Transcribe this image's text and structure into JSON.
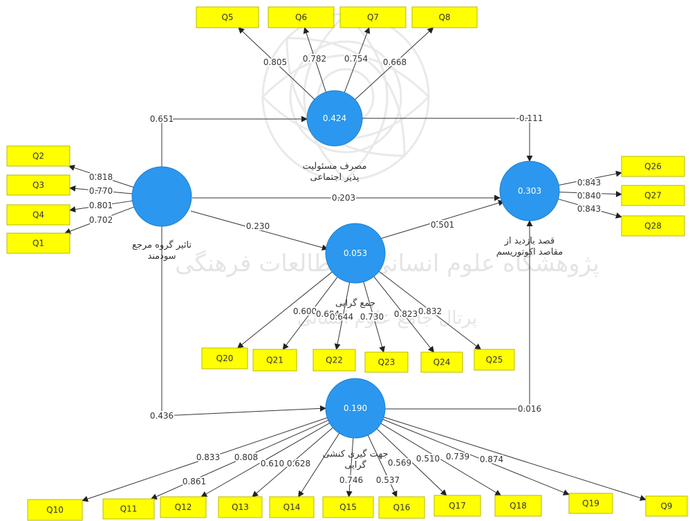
{
  "watermark": {
    "text_line_1": "پژوهشگاه علوم انسانی و مطالعات فرهنگی",
    "text_line_2": "پرتال جامع علوم انسانی"
  },
  "colors": {
    "indicator_fill": "#ffff00",
    "construct_fill": "#2b97ee",
    "edge": "#333333"
  },
  "constructs": [
    {
      "id": "social",
      "label_lines": [
        "مصرف مسئولیت",
        "پذیر اجتماعی"
      ],
      "value": "0.424"
    },
    {
      "id": "ref",
      "label_lines": [
        "تاثیر گروه مرجع",
        "سودمند"
      ],
      "value": ""
    },
    {
      "id": "collect",
      "label_lines": [
        "جمع گرایی"
      ],
      "value": "0.053"
    },
    {
      "id": "intent",
      "label_lines": [
        "قصد بازدید از",
        "مقاصد اکوتوریسم"
      ],
      "value": "0.303"
    },
    {
      "id": "action",
      "label_lines": [
        "جهت گیری کنشی",
        "گرایی"
      ],
      "value": "0.190"
    }
  ],
  "indicators": [
    "Q1",
    "Q2",
    "Q3",
    "Q4",
    "Q5",
    "Q6",
    "Q7",
    "Q8",
    "Q9",
    "Q10",
    "Q11",
    "Q12",
    "Q13",
    "Q14",
    "Q15",
    "Q16",
    "Q17",
    "Q18",
    "Q19",
    "Q20",
    "Q21",
    "Q22",
    "Q23",
    "Q24",
    "Q25",
    "Q26",
    "Q27",
    "Q28"
  ],
  "paths": [
    {
      "from": "ref",
      "to": "social",
      "weight": "0.651"
    },
    {
      "from": "ref",
      "to": "intent",
      "weight": "0.203"
    },
    {
      "from": "ref",
      "to": "collect",
      "weight": "0.230"
    },
    {
      "from": "ref",
      "to": "action",
      "weight": "0.436"
    },
    {
      "from": "social",
      "to": "intent",
      "weight": "-0.111"
    },
    {
      "from": "collect",
      "to": "intent",
      "weight": "0.501"
    },
    {
      "from": "action",
      "to": "intent",
      "weight": "0.016"
    }
  ],
  "loadings": [
    {
      "construct": "social",
      "indicator": "Q5",
      "weight": "0.805"
    },
    {
      "construct": "social",
      "indicator": "Q6",
      "weight": "0.782"
    },
    {
      "construct": "social",
      "indicator": "Q7",
      "weight": "0.754"
    },
    {
      "construct": "social",
      "indicator": "Q8",
      "weight": "0.668"
    },
    {
      "construct": "ref",
      "indicator": "Q2",
      "weight": "0.818"
    },
    {
      "construct": "ref",
      "indicator": "Q3",
      "weight": "0.770"
    },
    {
      "construct": "ref",
      "indicator": "Q4",
      "weight": "0.801"
    },
    {
      "construct": "ref",
      "indicator": "Q1",
      "weight": "0.702"
    },
    {
      "construct": "intent",
      "indicator": "Q26",
      "weight": "0.843"
    },
    {
      "construct": "intent",
      "indicator": "Q27",
      "weight": "0.840"
    },
    {
      "construct": "intent",
      "indicator": "Q28",
      "weight": "0.843"
    },
    {
      "construct": "collect",
      "indicator": "Q20",
      "weight": "0.600"
    },
    {
      "construct": "collect",
      "indicator": "Q21",
      "weight": "0.684"
    },
    {
      "construct": "collect",
      "indicator": "Q22",
      "weight": "0.644"
    },
    {
      "construct": "collect",
      "indicator": "Q23",
      "weight": "0.730"
    },
    {
      "construct": "collect",
      "indicator": "Q24",
      "weight": "0.823"
    },
    {
      "construct": "collect",
      "indicator": "Q25",
      "weight": "0.832"
    },
    {
      "construct": "action",
      "indicator": "Q10",
      "weight": "0.833"
    },
    {
      "construct": "action",
      "indicator": "Q11",
      "weight": "0.861"
    },
    {
      "construct": "action",
      "indicator": "Q12",
      "weight": "0.808"
    },
    {
      "construct": "action",
      "indicator": "Q13",
      "weight": "0.610"
    },
    {
      "construct": "action",
      "indicator": "Q14",
      "weight": "0.628"
    },
    {
      "construct": "action",
      "indicator": "Q15",
      "weight": "0.746"
    },
    {
      "construct": "action",
      "indicator": "Q16",
      "weight": "0.537"
    },
    {
      "construct": "action",
      "indicator": "Q17",
      "weight": "0.569"
    },
    {
      "construct": "action",
      "indicator": "Q18",
      "weight": "0.510"
    },
    {
      "construct": "action",
      "indicator": "Q19",
      "weight": "0.739"
    },
    {
      "construct": "action",
      "indicator": "Q9",
      "weight": "0.874"
    }
  ]
}
